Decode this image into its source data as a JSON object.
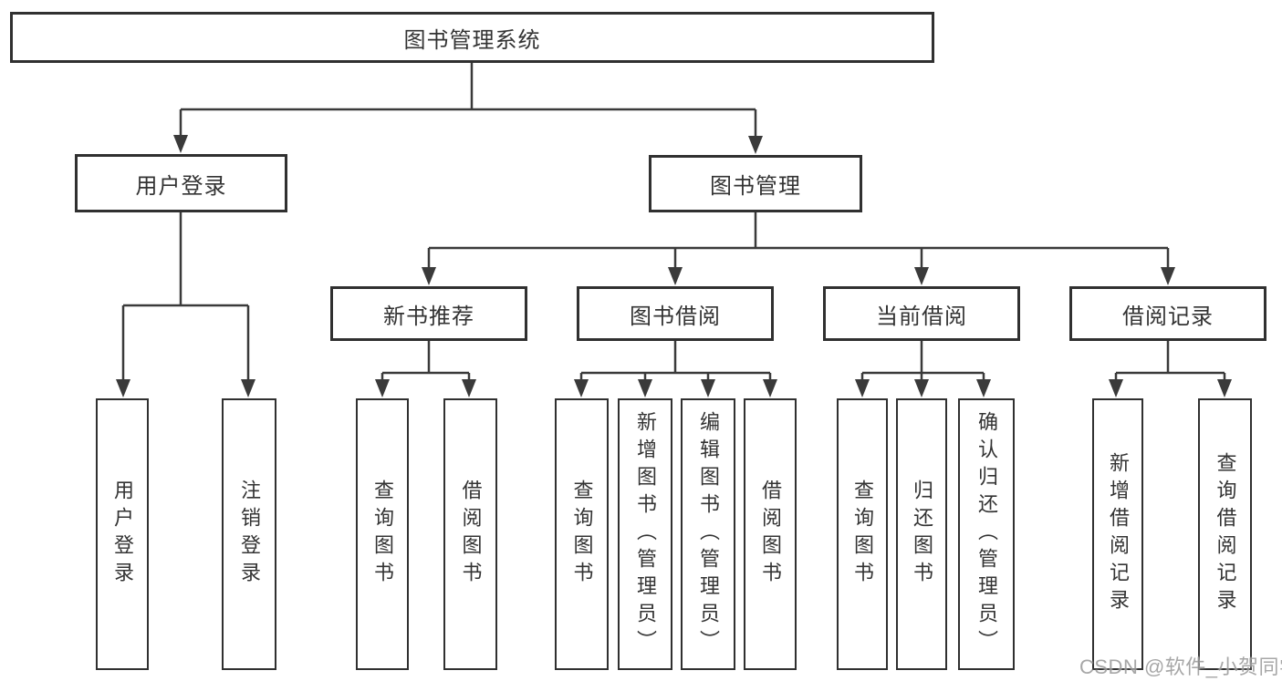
{
  "tree": {
    "root": "图书管理系统",
    "level1": [
      "用户登录",
      "图书管理"
    ],
    "level2": [
      "新书推荐",
      "图书借阅",
      "当前借阅",
      "借阅记录"
    ],
    "leaves": {
      "login": [
        "用户登录",
        "注销登录"
      ],
      "recommend": [
        "查询图书",
        "借阅图书"
      ],
      "borrow": [
        "查询图书",
        "新增图书（管理员）",
        "编辑图书（管理员）",
        "借阅图书"
      ],
      "current": [
        "查询图书",
        "归还图书",
        "确认归还（管理员）"
      ],
      "records": [
        "新增借阅记录",
        "查询借阅记录"
      ]
    }
  },
  "watermark": {
    "text": "CSDN @软件_小贺同学",
    "color": "#9b9b9b"
  },
  "colors": {
    "line": "#3a3a3a",
    "box_border": "#303030",
    "text": "#333333",
    "background": "#ffffff"
  }
}
